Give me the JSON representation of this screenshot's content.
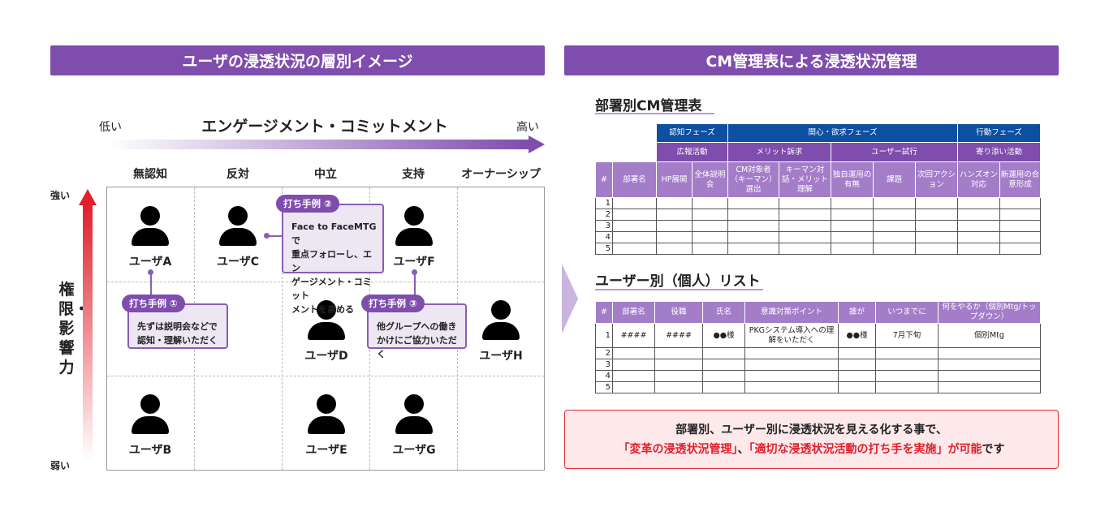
{
  "left": {
    "title": "ユーザの浸透状況の層別イメージ",
    "x_axis": {
      "low": "低い",
      "label": "エンゲージメント・コミットメント",
      "high": "高い"
    },
    "y_axis": {
      "strong": "強い",
      "label": "権限・影響力",
      "weak": "弱い"
    },
    "stages": [
      "無認知",
      "反対",
      "中立",
      "支持",
      "オーナーシップ"
    ],
    "users": [
      "ユーザA",
      "ユーザC",
      "ユーザF",
      "ユーザD",
      "ユーザH",
      "ユーザB",
      "ユーザE",
      "ユーザG"
    ],
    "tactics": [
      {
        "tag": "打ち手例 ①",
        "lines": [
          "先ずは説明会などで",
          "認知・理解いただく"
        ]
      },
      {
        "tag": "打ち手例 ②",
        "lines": [
          "Face to FaceMTGで",
          "重点フォローし、エン",
          "ゲージメント・コミット",
          "メントを高める"
        ]
      },
      {
        "tag": "打ち手例 ③",
        "lines": [
          "他グループへの働き",
          "かけにご協力いただく"
        ]
      }
    ]
  },
  "right": {
    "title": "CM管理表による浸透状況管理",
    "table1": {
      "title": "部署別CM管理表",
      "phases": [
        "認知フェーズ",
        "関心・欲求フェーズ",
        "行動フェーズ"
      ],
      "subphases": [
        "広報活動",
        "メリット訴求",
        "ユーザー試行",
        "寄り添い活動"
      ],
      "columns": [
        "#",
        "部署名",
        "HP展開",
        "全体説明会",
        "CM対象者（キーマン）選出",
        "キーマン対話・メリット理解",
        "独自運用の有無",
        "課題",
        "次回アクション",
        "ハンズオン対応",
        "新運用の合意形成"
      ],
      "rows": [
        "1",
        "2",
        "3",
        "4",
        "5"
      ]
    },
    "table2": {
      "title": "ユーザー別（個人）リスト",
      "columns": [
        "#",
        "部署名",
        "役職",
        "氏名",
        "意識対策ポイント",
        "誰が",
        "いつまでに",
        "何をやるか（個別Mtg/トップダウン）"
      ],
      "row1": [
        "1",
        "####",
        "####",
        "●●様",
        "PKGシステム導入への理解をいただく",
        "●●様",
        "7月下旬",
        "個別Mtg"
      ],
      "rows": [
        "2",
        "3",
        "4",
        "5"
      ]
    },
    "summary": {
      "line1": "部署別、ユーザー別に浸透状況を見える化する事で、",
      "highlight1": "「変革の浸透状況管理」",
      "sep": "、",
      "highlight2": "「適切な浸透状況活動の打ち手を実施」",
      "highlight3": "が可能",
      "tail": "です"
    }
  },
  "colors": {
    "purple": "#7f4dad",
    "blue": "#0d4fa0",
    "red": "#e0202c"
  }
}
